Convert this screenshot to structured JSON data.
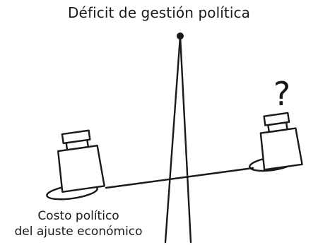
{
  "title": "Déficit de gestión política",
  "left_weight": {
    "label_line1": "Costo político",
    "label_line2": "del ajuste económico"
  },
  "right_weight": {
    "mark": "?"
  },
  "colors": {
    "stroke": "#1a1a1a",
    "background": "#ffffff"
  }
}
